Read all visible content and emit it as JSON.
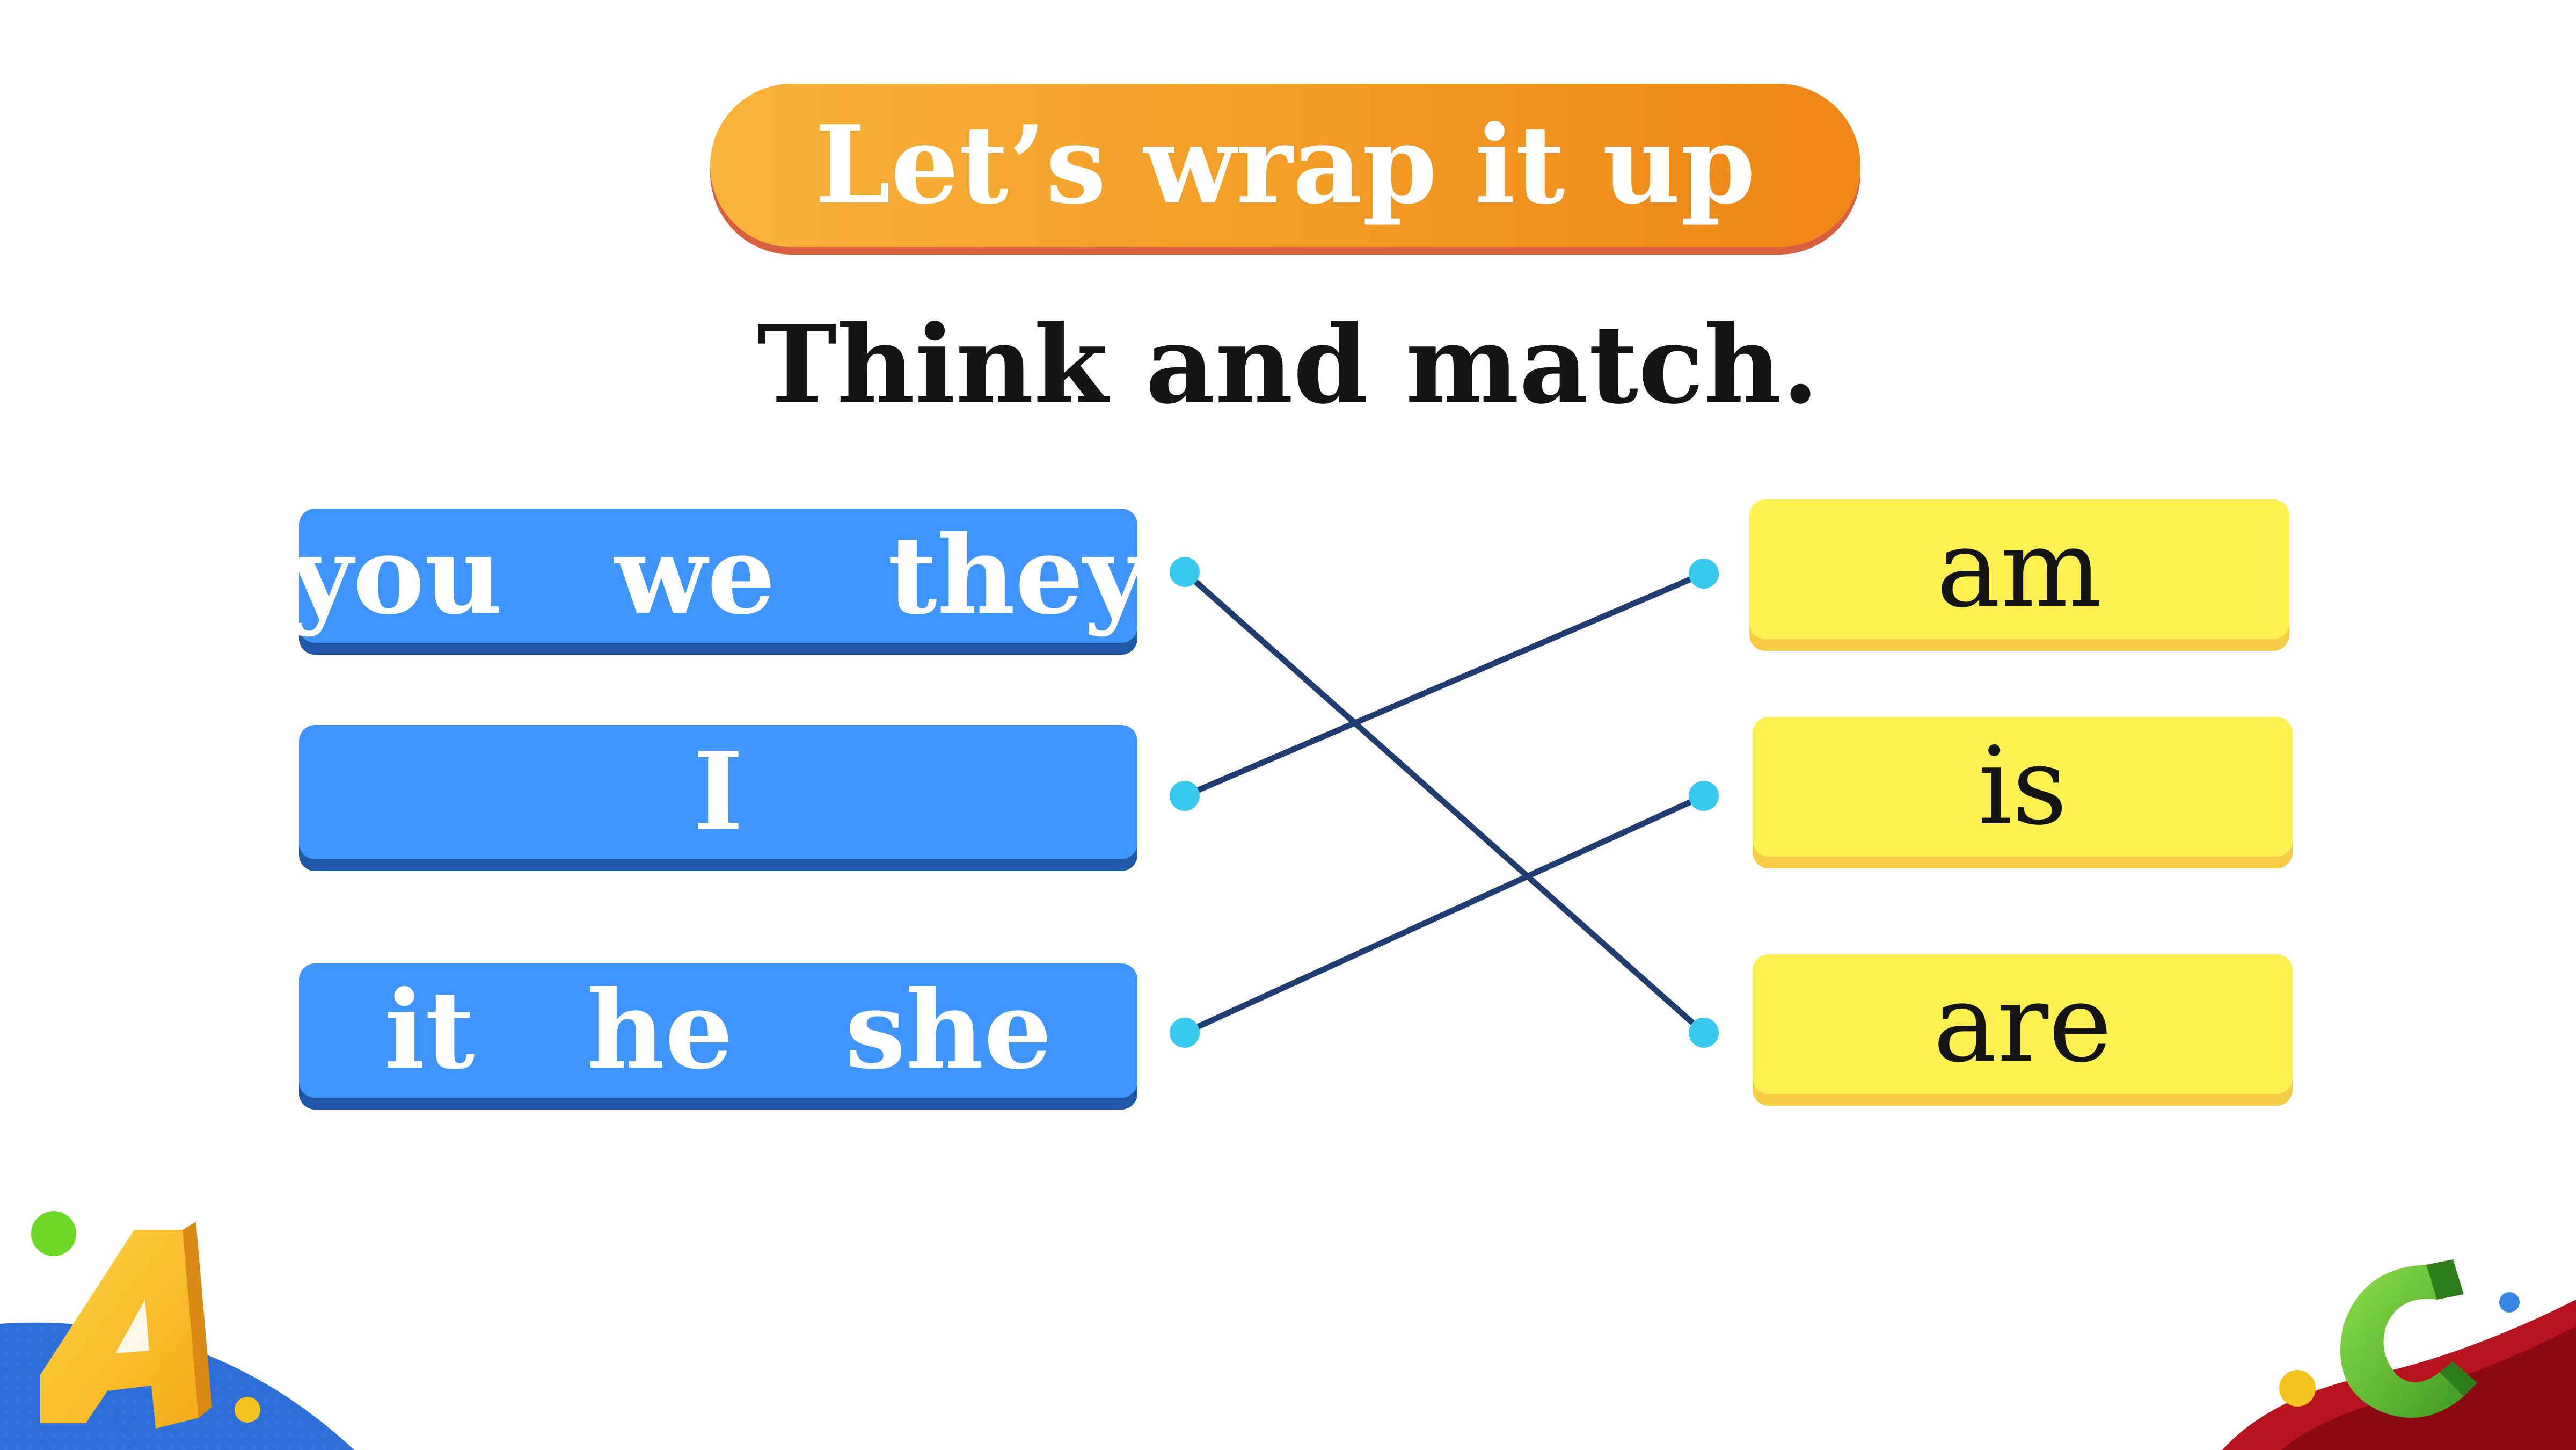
{
  "title": "Let’s wrap it up",
  "instruction": "Think and match.",
  "left_items": [
    "you   we   they",
    "I",
    "it   he   she"
  ],
  "right_items": [
    "am",
    "is",
    "are"
  ],
  "matches": [
    {
      "left": "you   we   they",
      "right": "are"
    },
    {
      "left": "I",
      "right": "am"
    },
    {
      "left": "it   he   she",
      "right": "is"
    }
  ],
  "decorations": [
    "letter-a-icon",
    "letter-c-icon"
  ],
  "colors": {
    "title_pill": "#f39a24",
    "left_box": "#3f95fb",
    "right_box": "#fef050",
    "line": "#1f3c73",
    "dot": "#38c9ee"
  }
}
